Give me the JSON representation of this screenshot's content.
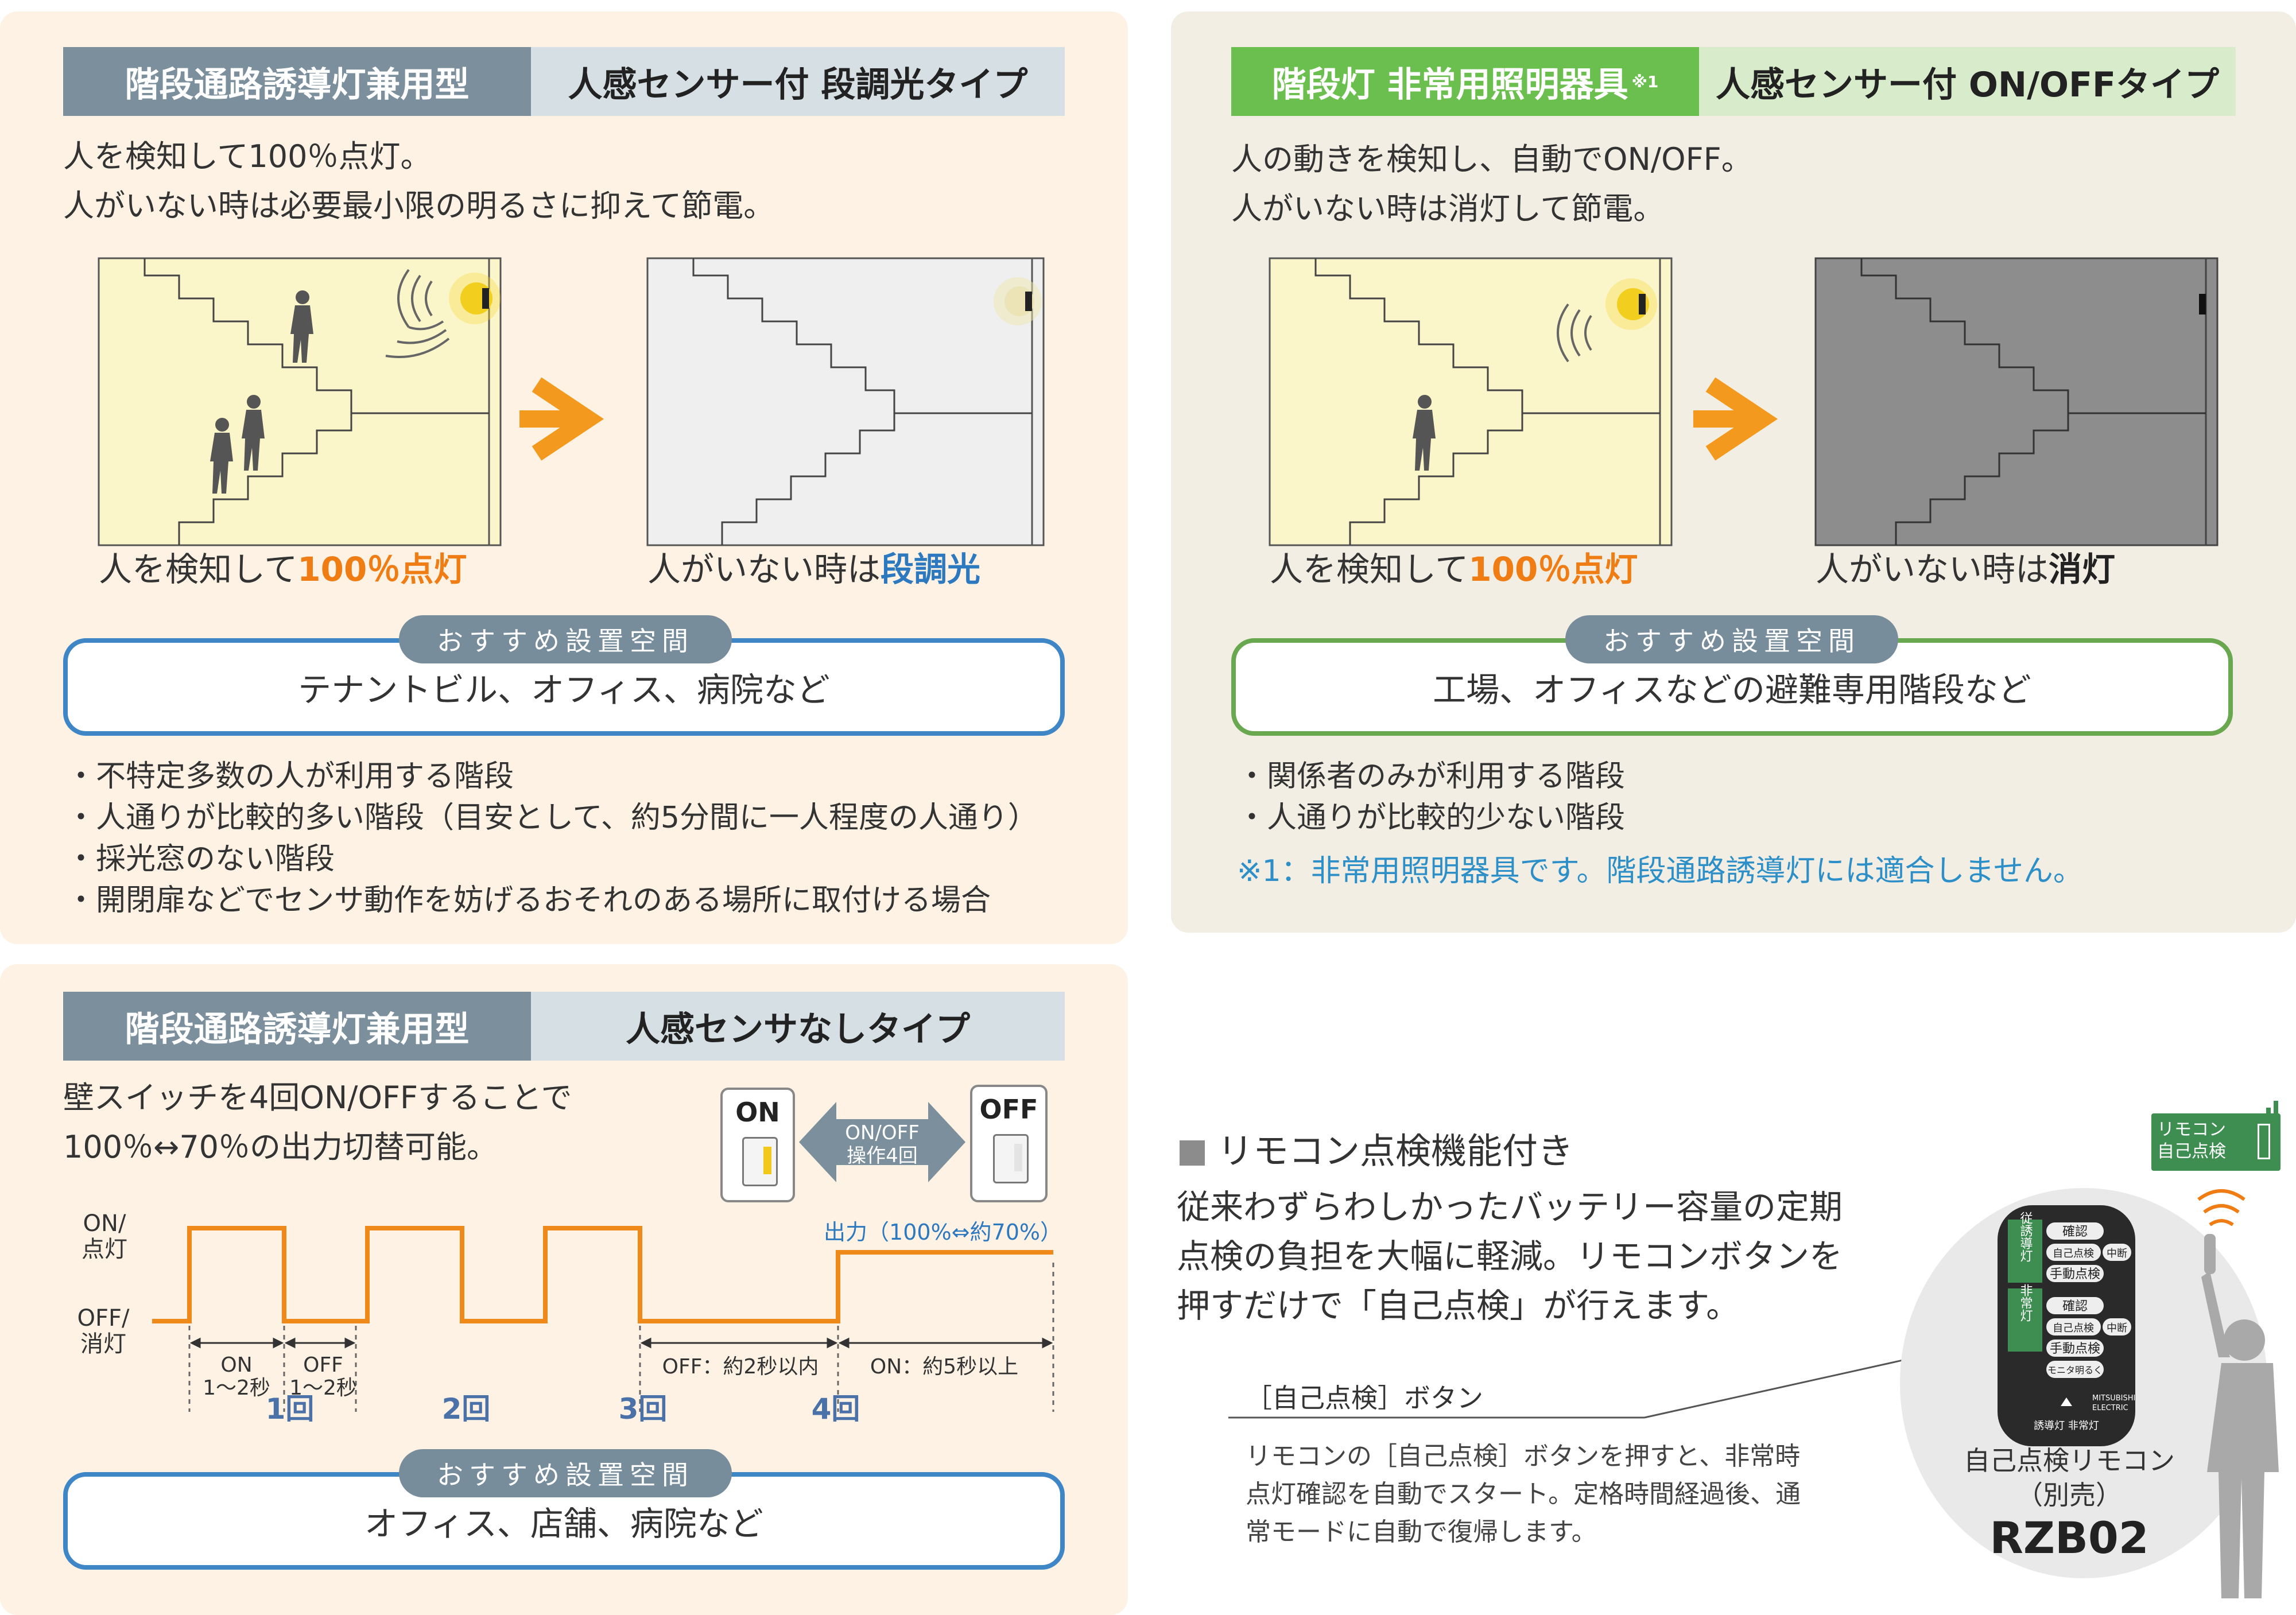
{
  "panel1": {
    "header_left": "階段通路誘導灯兼用型",
    "header_right": "人感センサー付 段調光タイプ",
    "desc_lines": [
      "人を検知して100％点灯。",
      "人がいない時は必要最小限の明るさに抑えて節電。"
    ],
    "cap1_pre": "人を検知して",
    "cap1_hl": "100％点灯",
    "cap2_pre": "人がいない時は",
    "cap2_hl": "段調光",
    "rec_label": "おすすめ設置空間",
    "rec_text": "テナントビル、オフィス、病院など",
    "bullets": [
      "・不特定多数の人が利用する階段",
      "・人通りが比較的多い階段（目安として、約5分間に一人程度の人通り）",
      "・採光窓のない階段",
      "・開閉扉などでセンサ動作を妨げるおそれのある場所に取付ける場合"
    ]
  },
  "panel2": {
    "header_left": "階段灯 非常用照明器具",
    "header_left_sup": "※1",
    "header_right": "人感センサー付 ON/OFFタイプ",
    "desc_lines": [
      "人の動きを検知し、自動でON/OFF。",
      "人がいない時は消灯して節電。"
    ],
    "cap1_pre": "人を検知して",
    "cap1_hl": "100％点灯",
    "cap2_pre": "人がいない時は",
    "cap2_hl": "消灯",
    "rec_label": "おすすめ設置空間",
    "rec_text": "工場、オフィスなどの避難専用階段など",
    "bullets": [
      "・関係者のみが利用する階段",
      "・人通りが比較的少ない階段"
    ],
    "note": "※1：非常用照明器具です。階段通路誘導灯には適合しません。"
  },
  "panel3": {
    "header_left": "階段通路誘導灯兼用型",
    "header_right": "人感センサなしタイプ",
    "desc_lines": [
      "壁スイッチを4回ON/OFFすることで",
      "100％↔70％の出力切替可能。"
    ],
    "switch_on": "ON",
    "switch_off": "OFF",
    "switch_arrow_lines": [
      "ON/OFF",
      "操作4回"
    ],
    "timing": {
      "y_high_lines": [
        "ON/",
        "点灯"
      ],
      "y_low_lines": [
        "OFF/",
        "消灯"
      ],
      "output_label": "出力（100%⇔約70%）",
      "on_lines": [
        "ON",
        "1〜2秒"
      ],
      "off_lines": [
        "OFF",
        "1〜2秒"
      ],
      "off_span": "OFF：約2秒以内",
      "on_span": "ON：約5秒以上",
      "counts": [
        "1回",
        "2回",
        "3回",
        "4回"
      ]
    },
    "rec_label": "おすすめ設置空間",
    "rec_text": "オフィス、店舗、病院など"
  },
  "remote": {
    "title": "リモコン点検機能付き",
    "desc_lines": [
      "従来わずらわしかったバッテリー容量の定期",
      "点検の負担を大幅に軽減。リモコンボタンを",
      "押すだけで「自己点検」が行えます。"
    ],
    "button_title": "［自己点検］ボタン",
    "button_desc_lines": [
      "リモコンの［自己点検］ボタンを押すと、非常時",
      "点灯確認を自動でスタート。定格時間経過後、通",
      "常モードに自動で復帰します。"
    ],
    "device_label_lines": [
      "自己点検リモコン",
      "（別売）"
    ],
    "model": "RZB02",
    "sign_lines": [
      "リモコン",
      "自己点検"
    ],
    "remote_buttons": [
      "確認",
      "自己点検",
      "中断",
      "手動点検",
      "確認",
      "自己点検",
      "中断",
      "手動点検",
      "モニタ明るく"
    ],
    "remote_side_top": "従誘導灯",
    "remote_side_bottom": "非常灯",
    "remote_brand_lines": [
      "MITSUBISHI",
      "ELECTRIC"
    ],
    "remote_footer": "誘導灯 非常灯"
  },
  "colors": {
    "header_gray": "#7b8f9c",
    "header_gray_light": "#d6dfe4",
    "header_green": "#6bbf4e",
    "header_green_light": "#d8eccb",
    "accent_orange": "#ef7d14",
    "accent_blue": "#2d79c0",
    "box_blue": "#3f86c6",
    "box_green": "#6aa84f"
  }
}
